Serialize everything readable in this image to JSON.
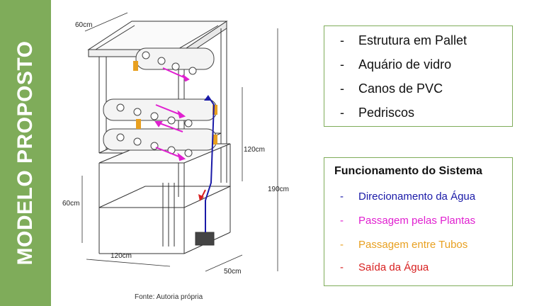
{
  "side_title": "MODELO PROPOSTO",
  "source": "Fonte: Autoria própria",
  "dimensions": {
    "top_width": "60cm",
    "upper_height": "120cm",
    "total_height": "190cm",
    "lower_height": "60cm",
    "base_width": "120cm",
    "base_depth": "50cm"
  },
  "materials": {
    "items": [
      {
        "dash": "-",
        "label": "Estrutura em Pallet"
      },
      {
        "dash": "-",
        "label": "Aquário de vidro"
      },
      {
        "dash": "-",
        "label": "Canos de PVC"
      },
      {
        "dash": "-",
        "label": "Pedriscos"
      }
    ]
  },
  "system": {
    "title": "Funcionamento do Sistema",
    "legend": [
      {
        "dash": "-",
        "label": "Direcionamento da Água",
        "color": "#1a1aa8"
      },
      {
        "dash": "-",
        "label": "Passagem pelas Plantas",
        "color": "#e020d0"
      },
      {
        "dash": "-",
        "label": "Passagem entre Tubos",
        "color": "#e8a020"
      },
      {
        "dash": "-",
        "label": "Saída da Água",
        "color": "#d82020"
      }
    ]
  }
}
